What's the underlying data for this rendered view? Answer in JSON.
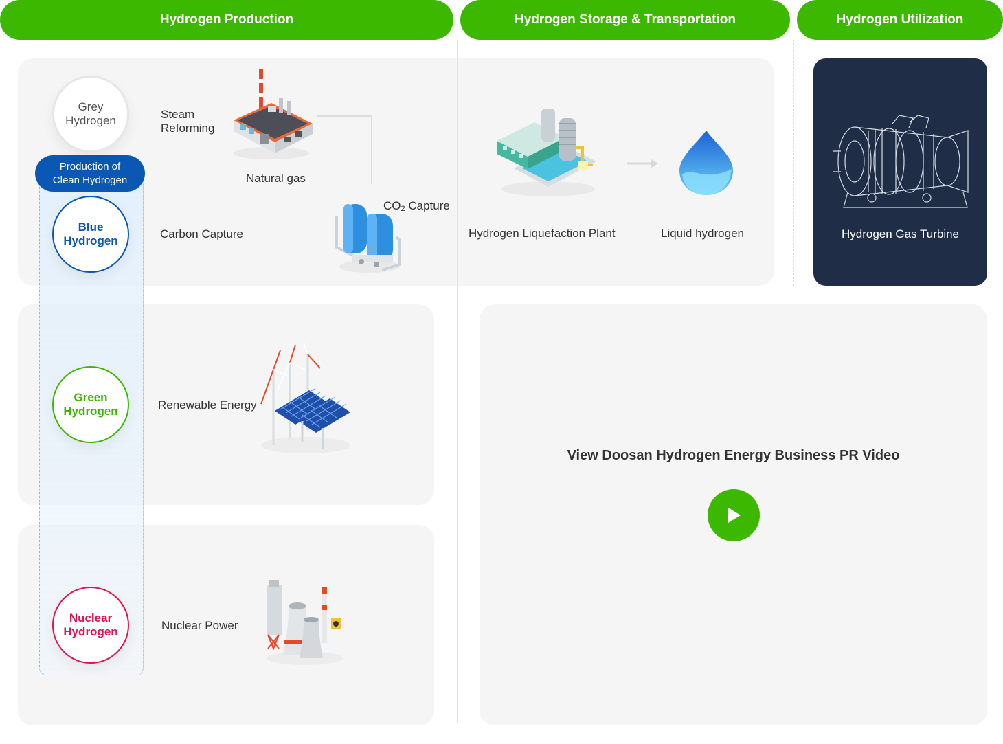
{
  "headers": {
    "production": "Hydrogen Production",
    "storage": "Hydrogen Storage & Transportation",
    "utilization": "Hydrogen Utilization"
  },
  "clean_badge": "Production of\nClean Hydrogen",
  "hydrogen_types": {
    "grey": "Grey\nHydrogen",
    "blue": "Blue\nHydrogen",
    "green": "Green\nHydrogen",
    "nuclear": "Nuclear\nHydrogen"
  },
  "labels": {
    "steam_reforming": "Steam\nReforming",
    "natural_gas": "Natural gas",
    "carbon_capture": "Carbon Capture",
    "co2_prefix": "CO",
    "co2_sub": "2",
    "co2_suffix": " Capture",
    "liquefaction_plant": "Hydrogen Liquefaction Plant",
    "liquid_hydrogen": "Liquid hydrogen",
    "gas_turbine": "Hydrogen Gas Turbine",
    "renewable_energy": "Renewable Energy",
    "nuclear_power": "Nuclear Power"
  },
  "video": {
    "title": "View Doosan Hydrogen Energy Business PR Video"
  },
  "colors": {
    "green": "#3db800",
    "blue": "#0a57b4",
    "nuclear_red": "#e0144e",
    "grey": "#e6e6e6",
    "turbine_bg": "#1f2e46"
  }
}
